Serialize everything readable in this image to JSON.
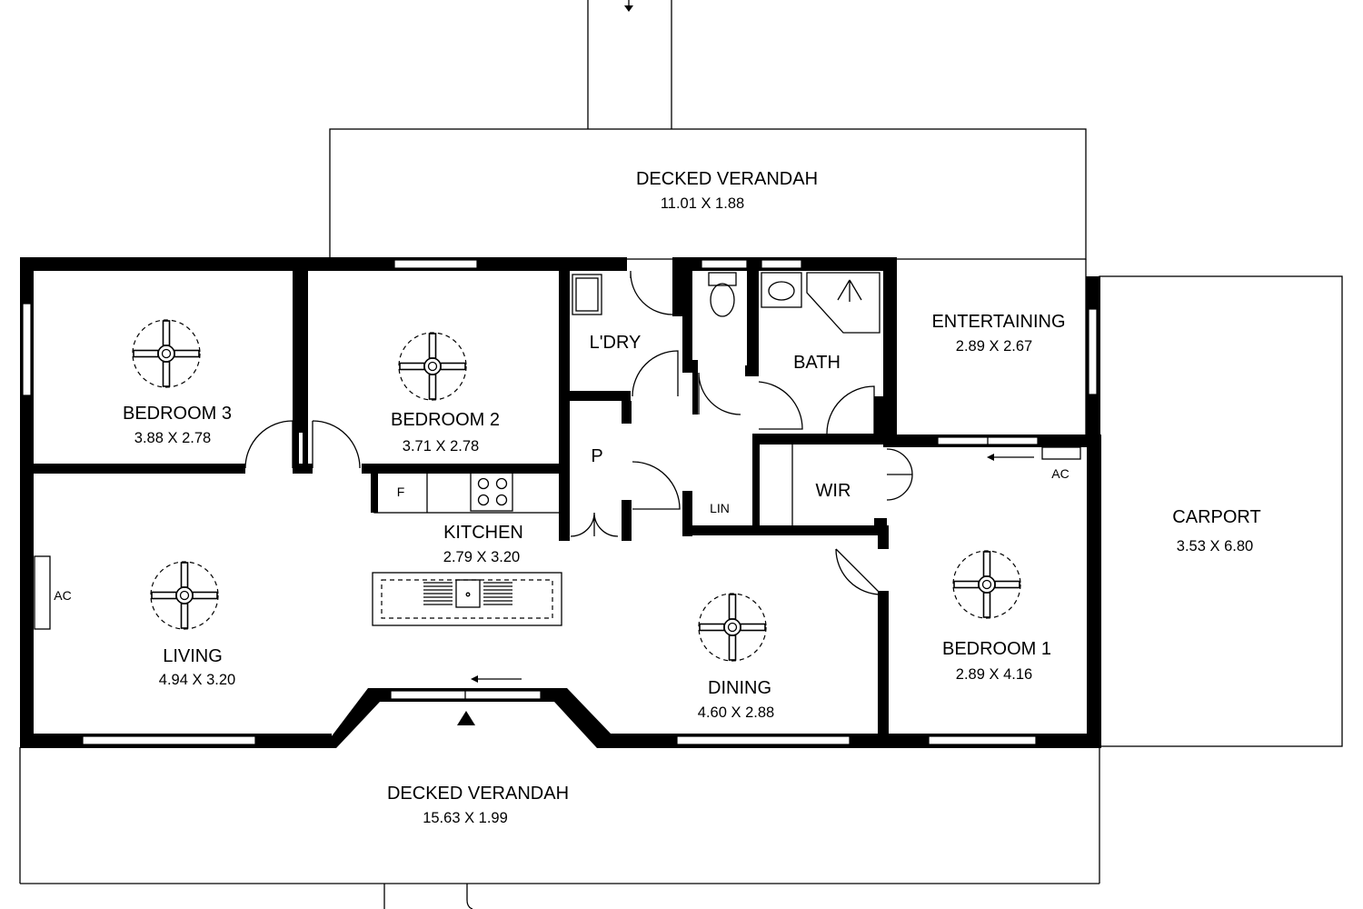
{
  "rooms": {
    "verandah_rear": {
      "name": "DECKED VERANDAH",
      "dims": "11.01 X 1.88"
    },
    "verandah_front": {
      "name": "DECKED VERANDAH",
      "dims": "15.63 X 1.99"
    },
    "bedroom3": {
      "name": "BEDROOM 3",
      "dims": "3.88 X 2.78"
    },
    "bedroom2": {
      "name": "BEDROOM 2",
      "dims": "3.71 X 2.78"
    },
    "bedroom1": {
      "name": "BEDROOM 1",
      "dims": "2.89 X 4.16"
    },
    "laundry": {
      "name": "L'DRY"
    },
    "bath": {
      "name": "BATH"
    },
    "entertaining": {
      "name": "ENTERTAINING",
      "dims": "2.89 X 2.67"
    },
    "pantry": {
      "name": "P"
    },
    "wir": {
      "name": "WIR"
    },
    "linen": {
      "name": "LIN"
    },
    "kitchen": {
      "name": "KITCHEN",
      "dims": "2.79 X 3.20"
    },
    "living": {
      "name": "LIVING",
      "dims": "4.94 X 3.20"
    },
    "dining": {
      "name": "DINING",
      "dims": "4.60 X 2.88"
    },
    "carport": {
      "name": "CARPORT",
      "dims": "3.53 X 6.80"
    }
  },
  "fixtures": {
    "fridge": "F",
    "ac_living": "AC",
    "ac_bedroom1": "AC"
  }
}
